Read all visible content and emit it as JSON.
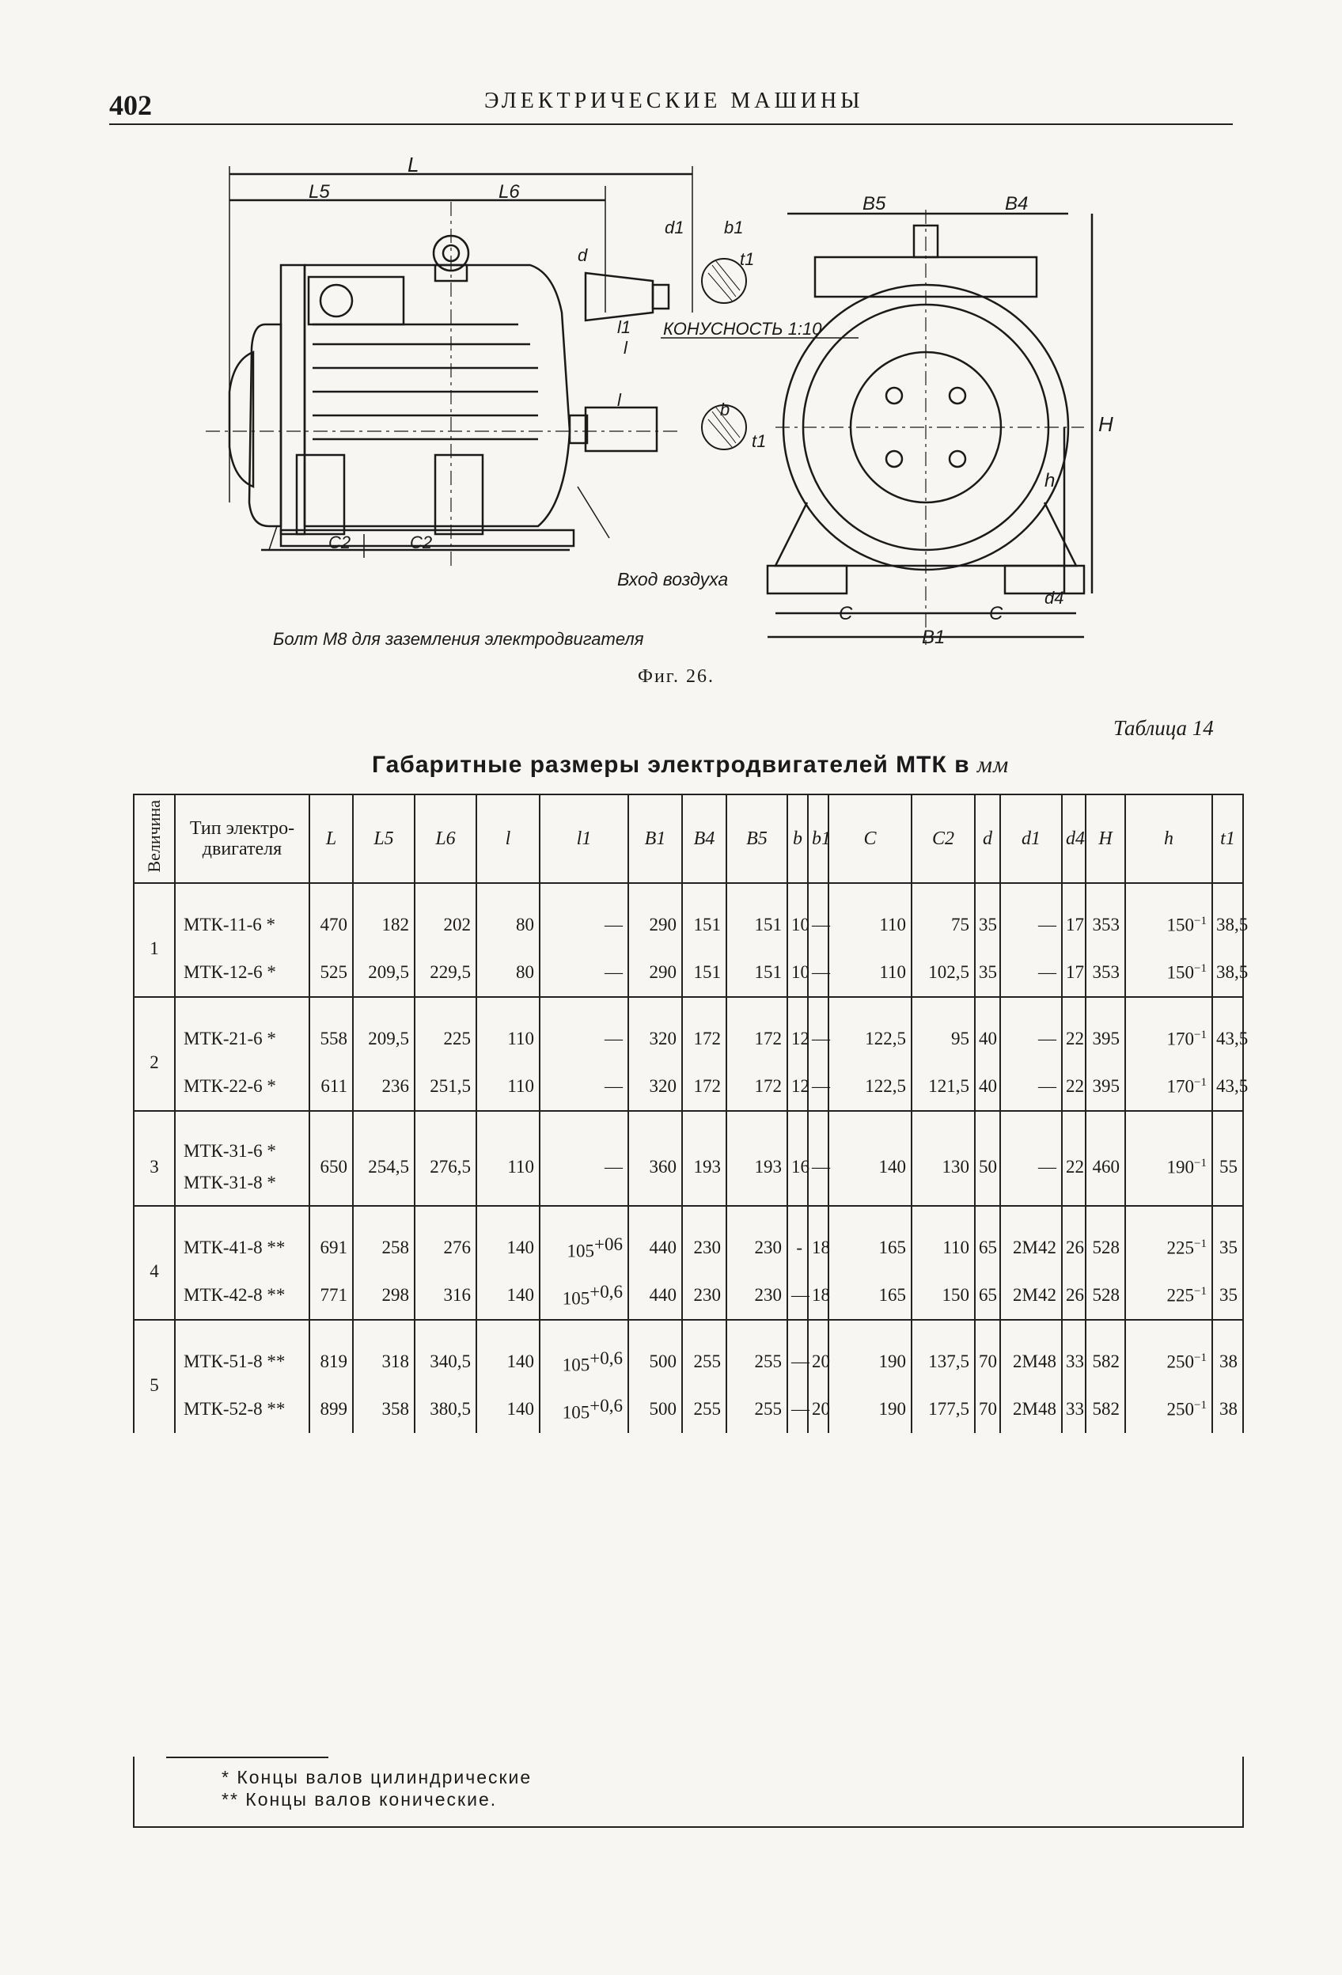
{
  "header": {
    "page_number": "402",
    "running_title": "ЭЛЕКТРИЧЕСКИЕ МАШИНЫ"
  },
  "figure": {
    "caption": "Фиг. 26.",
    "labels": {
      "L": "L",
      "L5": "L5",
      "L6": "L6",
      "d1": "d1",
      "d": "d",
      "b1": "b1",
      "t1": "t1",
      "l1": "l1",
      "l": "l",
      "b": "b",
      "t": "t1",
      "taper": "КОНУСНОСТЬ 1:10",
      "B5": "B5",
      "B4": "B4",
      "H": "H",
      "h": "h",
      "C2": "C2",
      "C": "C",
      "B1": "B1",
      "d4": "d4",
      "air_inlet": "Вход воздуха",
      "ground_bolt": "Болт М8 для заземления электродвигателя"
    }
  },
  "table": {
    "label": "Таблица 14",
    "title": "Габаритные размеры электродвигателей МТК в",
    "title_unit": "мм",
    "headers": {
      "size": "Величина",
      "type": "Тип электро- двигателя",
      "L": "L",
      "L5": "L5",
      "L6": "L6",
      "l": "l",
      "l1": "l1",
      "B1": "B1",
      "B4": "B4",
      "B5": "B5",
      "b": "b",
      "b1": "b1",
      "C": "C",
      "C2": "C2",
      "d": "d",
      "d1": "d1",
      "d4": "d4",
      "H": "H",
      "h": "h",
      "t1": "t1"
    },
    "rows": [
      {
        "size": "1",
        "type": "МТК-11-6 *",
        "L": "470",
        "L5": "182",
        "L6": "202",
        "l": "80",
        "l1": "—",
        "B1": "290",
        "B4": "151",
        "B5": "151",
        "b": "10",
        "b1": "—",
        "C": "110",
        "C2": "75",
        "d": "35",
        "d1": "—",
        "d4": "17",
        "H": "353",
        "h": "150",
        "h_tol": "−1",
        "t1": "38,5"
      },
      {
        "size": "",
        "type": "МТК-12-6 *",
        "L": "525",
        "L5": "209,5",
        "L6": "229,5",
        "l": "80",
        "l1": "—",
        "B1": "290",
        "B4": "151",
        "B5": "151",
        "b": "10",
        "b1": "—",
        "C": "110",
        "C2": "102,5",
        "d": "35",
        "d1": "—",
        "d4": "17",
        "H": "353",
        "h": "150",
        "h_tol": "−1",
        "t1": "38,5"
      },
      {
        "size": "2",
        "type": "МТК-21-6 *",
        "L": "558",
        "L5": "209,5",
        "L6": "225",
        "l": "110",
        "l1": "—",
        "B1": "320",
        "B4": "172",
        "B5": "172",
        "b": "12",
        "b1": "—",
        "C": "122,5",
        "C2": "95",
        "d": "40",
        "d1": "—",
        "d4": "22",
        "H": "395",
        "h": "170",
        "h_tol": "−1",
        "t1": "43,5"
      },
      {
        "size": "",
        "type": "МТК-22-6 *",
        "L": "611",
        "L5": "236",
        "L6": "251,5",
        "l": "110",
        "l1": "—",
        "B1": "320",
        "B4": "172",
        "B5": "172",
        "b": "12",
        "b1": "—",
        "C": "122,5",
        "C2": "121,5",
        "d": "40",
        "d1": "—",
        "d4": "22",
        "H": "395",
        "h": "170",
        "h_tol": "−1",
        "t1": "43,5"
      },
      {
        "size": "3",
        "type": "МТК-31-6 * МТК-31-8 *",
        "type_a": "МТК-31-6 *",
        "type_b": "МТК-31-8 *",
        "L": "650",
        "L5": "254,5",
        "L6": "276,5",
        "l": "110",
        "l1": "—",
        "B1": "360",
        "B4": "193",
        "B5": "193",
        "b": "16",
        "b1": "—",
        "C": "140",
        "C2": "130",
        "d": "50",
        "d1": "—",
        "d4": "22",
        "H": "460",
        "h": "190",
        "h_tol": "−1",
        "t1": "55"
      },
      {
        "size": "4",
        "type": "МТК-41-8 **",
        "L": "691",
        "L5": "258",
        "L6": "276",
        "l": "140",
        "l1": "105",
        "l1_tol": "+06",
        "B1": "440",
        "B4": "230",
        "B5": "230",
        "b": "-",
        "b1": "18",
        "C": "165",
        "C2": "110",
        "d": "65",
        "d1": "2М42",
        "d4": "26",
        "H": "528",
        "h": "225",
        "h_tol": "−1",
        "t1": "35"
      },
      {
        "size": "",
        "type": "МТК-42-8 **",
        "L": "771",
        "L5": "298",
        "L6": "316",
        "l": "140",
        "l1": "105",
        "l1_tol": "+0,6",
        "B1": "440",
        "B4": "230",
        "B5": "230",
        "b": "—",
        "b1": "18",
        "C": "165",
        "C2": "150",
        "d": "65",
        "d1": "2М42",
        "d4": "26",
        "H": "528",
        "h": "225",
        "h_tol": "−1",
        "t1": "35"
      },
      {
        "size": "5",
        "type": "МТК-51-8 **",
        "L": "819",
        "L5": "318",
        "L6": "340,5",
        "l": "140",
        "l1": "105",
        "l1_tol": "+0,6",
        "B1": "500",
        "B4": "255",
        "B5": "255",
        "b": "—",
        "b1": "20",
        "C": "190",
        "C2": "137,5",
        "d": "70",
        "d1": "2М48",
        "d4": "33",
        "H": "582",
        "h": "250",
        "h_tol": "−1",
        "t1": "38"
      },
      {
        "size": "",
        "type": "МТК-52-8 **",
        "L": "899",
        "L5": "358",
        "L6": "380,5",
        "l": "140",
        "l1": "105",
        "l1_tol": "+0,6",
        "B1": "500",
        "B4": "255",
        "B5": "255",
        "b": "—",
        "b1": "20",
        "C": "190",
        "C2": "177,5",
        "d": "70",
        "d1": "2М48",
        "d4": "33",
        "H": "582",
        "h": "250",
        "h_tol": "−1",
        "t1": "38"
      }
    ],
    "footnotes": [
      "* Концы валов цилиндрические",
      "** Концы валов конические."
    ]
  }
}
